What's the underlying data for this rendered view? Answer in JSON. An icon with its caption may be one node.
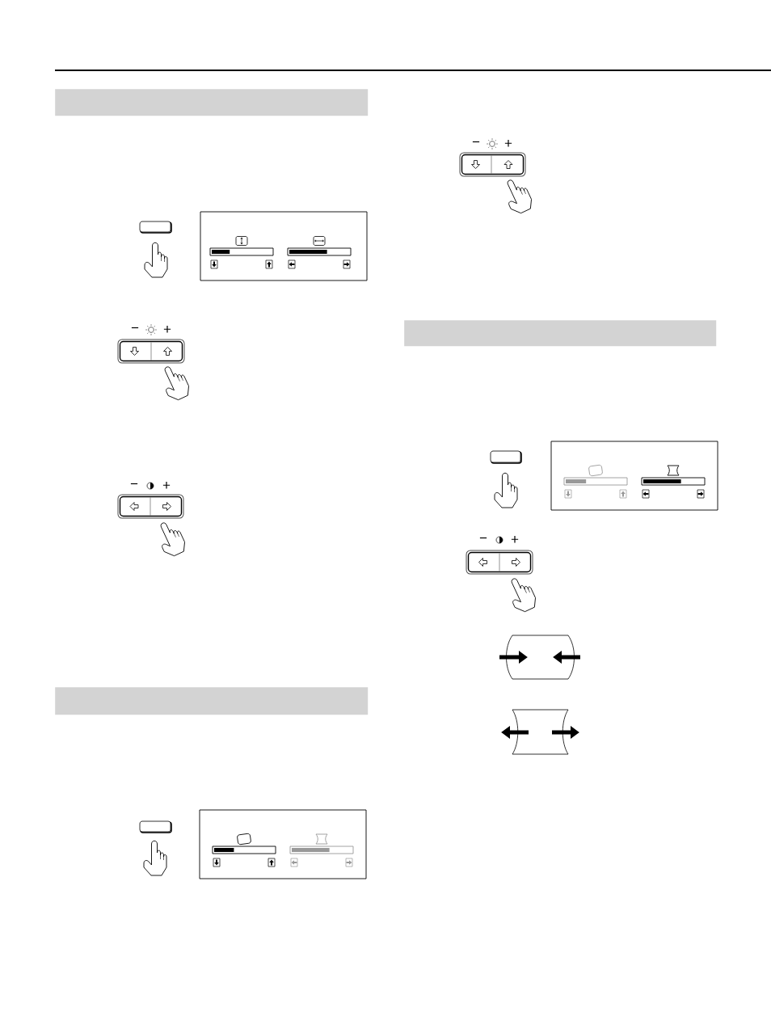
{
  "diagram": {
    "nodes": [
      {
        "text": [],
        "shape": "bar"
      },
      {
        "text": [],
        "shape": "bar"
      },
      {
        "text": [],
        "shape": "bar"
      }
    ],
    "labels": [
      "−",
      "+",
      "−",
      "+",
      "−",
      "+",
      "−",
      "+"
    ]
  }
}
